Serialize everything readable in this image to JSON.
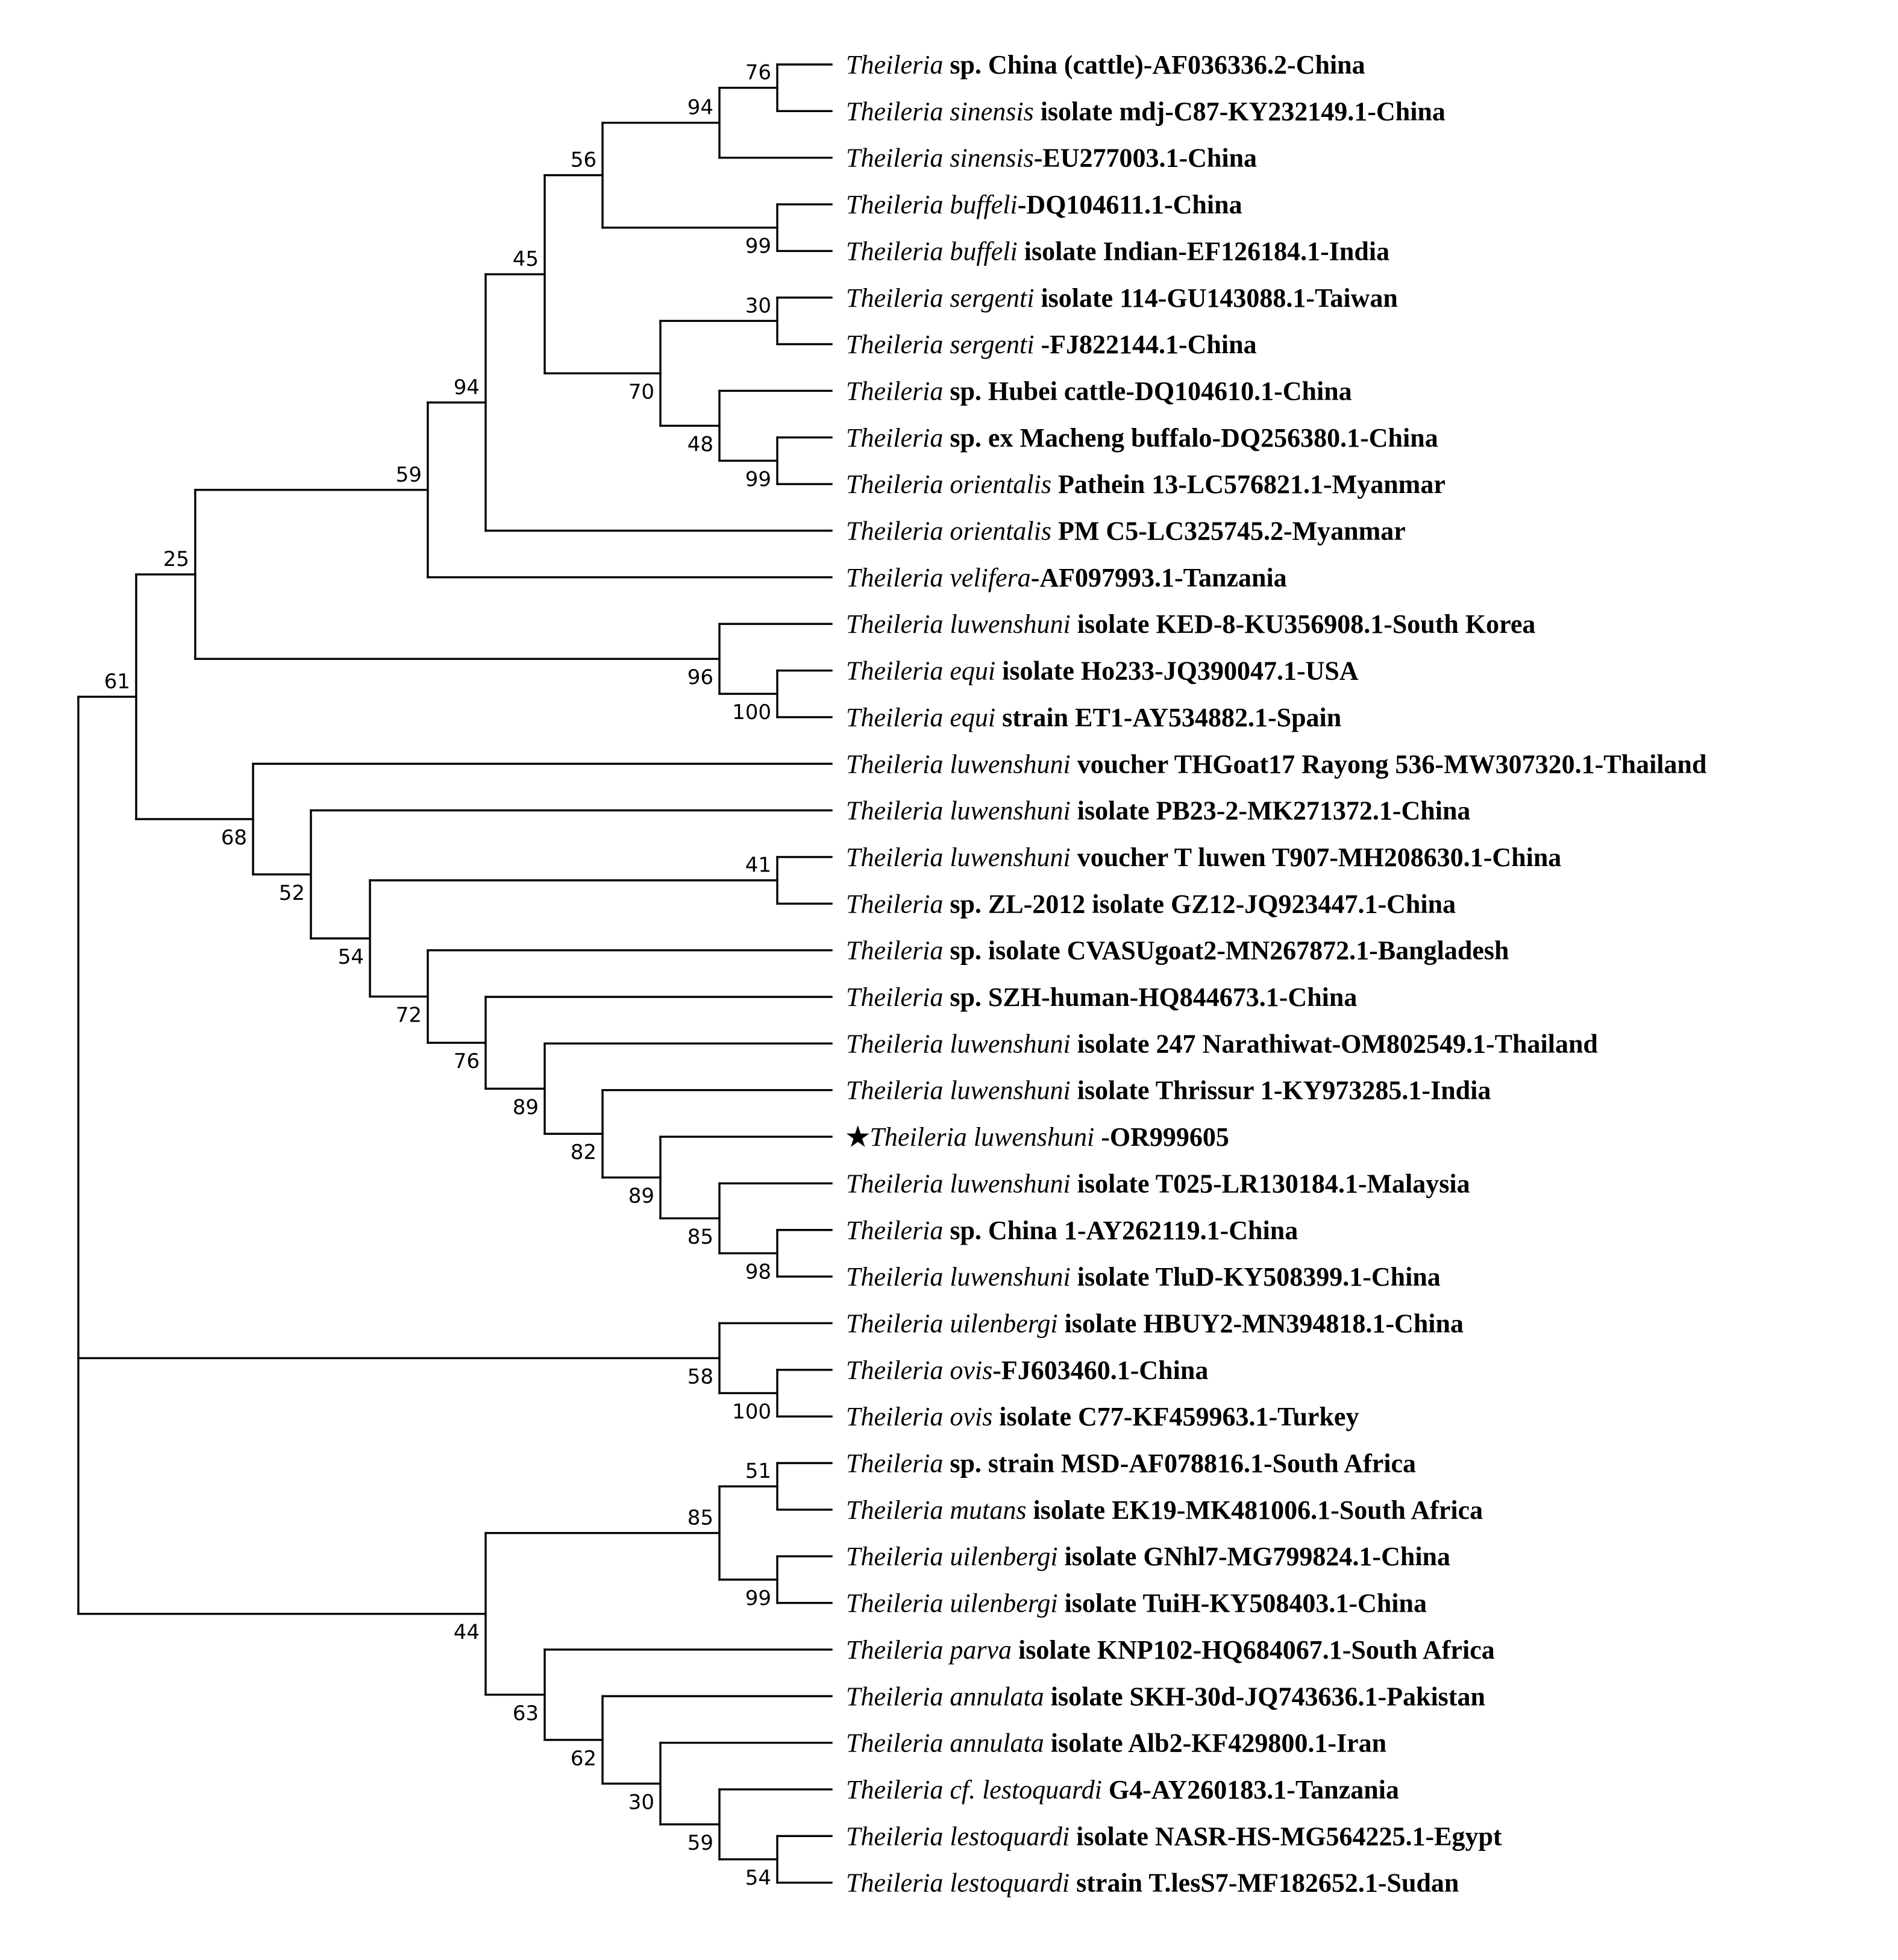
{
  "tree": {
    "id": "root",
    "children": [
      {
        "id": "n61",
        "support": "61",
        "children": [
          {
            "id": "n25",
            "support": "25",
            "children": [
              {
                "id": "n59",
                "support": "59",
                "children": [
                  {
                    "id": "n94a",
                    "support": "94",
                    "children": [
                      {
                        "id": "n45",
                        "support": "45",
                        "children": [
                          {
                            "id": "n56",
                            "support": "56",
                            "children": [
                              {
                                "id": "n94b",
                                "support": "94",
                                "children": [
                                  {
                                    "id": "n76a",
                                    "support": "76",
                                    "children": [
                                      {
                                        "id": "t01",
                                        "genus": "Theileria",
                                        "species": "",
                                        "rest": " sp. China (cattle)-AF036336.2-China"
                                      },
                                      {
                                        "id": "t02",
                                        "genus": "Theileria",
                                        "species": "sinensis",
                                        "rest": " isolate mdj-C87-KY232149.1-China"
                                      }
                                    ]
                                  },
                                  {
                                    "id": "t03",
                                    "genus": "Theileria",
                                    "species": "sinensis",
                                    "rest": "-EU277003.1-China"
                                  }
                                ]
                              },
                              {
                                "id": "n99a",
                                "support": "99",
                                "children": [
                                  {
                                    "id": "t04",
                                    "genus": "Theileria",
                                    "species": "buffeli",
                                    "rest": "-DQ104611.1-China"
                                  },
                                  {
                                    "id": "t05",
                                    "genus": "Theileria",
                                    "species": "buffeli",
                                    "rest": " isolate Indian-EF126184.1-India"
                                  }
                                ]
                              }
                            ]
                          },
                          {
                            "id": "n70",
                            "support": "70",
                            "children": [
                              {
                                "id": "n30a",
                                "support": "30",
                                "children": [
                                  {
                                    "id": "t06",
                                    "genus": "Theileria",
                                    "species": "sergenti",
                                    "rest": " isolate 114-GU143088.1-Taiwan"
                                  },
                                  {
                                    "id": "t07",
                                    "genus": "Theileria",
                                    "species": "sergenti",
                                    "rest": " -FJ822144.1-China"
                                  }
                                ]
                              },
                              {
                                "id": "n48",
                                "support": "48",
                                "children": [
                                  {
                                    "id": "t08",
                                    "genus": "Theileria",
                                    "species": "",
                                    "rest": " sp. Hubei cattle-DQ104610.1-China"
                                  },
                                  {
                                    "id": "n99b",
                                    "support": "99",
                                    "children": [
                                      {
                                        "id": "t09",
                                        "genus": "Theileria",
                                        "species": "",
                                        "rest": " sp. ex Macheng buffalo-DQ256380.1-China"
                                      },
                                      {
                                        "id": "t10",
                                        "genus": "Theileria",
                                        "species": "orientalis",
                                        "rest": " Pathein 13-LC576821.1-Myanmar"
                                      }
                                    ]
                                  }
                                ]
                              }
                            ]
                          }
                        ]
                      },
                      {
                        "id": "t11",
                        "genus": "Theileria",
                        "species": "orientalis",
                        "rest": " PM C5-LC325745.2-Myanmar"
                      }
                    ]
                  },
                  {
                    "id": "t12",
                    "genus": "Theileria",
                    "species": "velifera",
                    "rest": "-AF097993.1-Tanzania"
                  }
                ]
              },
              {
                "id": "n96",
                "support": "96",
                "children": [
                  {
                    "id": "t13",
                    "genus": "Theileria",
                    "species": "luwenshuni",
                    "rest": " isolate KED-8-KU356908.1-South Korea"
                  },
                  {
                    "id": "n100a",
                    "support": "100",
                    "children": [
                      {
                        "id": "t14",
                        "genus": "Theileria",
                        "species": "equi",
                        "rest": " isolate Ho233-JQ390047.1-USA"
                      },
                      {
                        "id": "t15",
                        "genus": "Theileria",
                        "species": "equi",
                        "rest": " strain ET1-AY534882.1-Spain"
                      }
                    ]
                  }
                ]
              }
            ]
          },
          {
            "id": "n68",
            "support": "68",
            "children": [
              {
                "id": "t16",
                "genus": "Theileria",
                "species": "luwenshuni",
                "rest": " voucher THGoat17 Rayong 536-MW307320.1-Thailand"
              },
              {
                "id": "n52",
                "support": "52",
                "children": [
                  {
                    "id": "t17",
                    "genus": "Theileria",
                    "species": "luwenshuni",
                    "rest": " isolate PB23-2-MK271372.1-China"
                  },
                  {
                    "id": "n54",
                    "support": "54",
                    "children": [
                      {
                        "id": "n41",
                        "support": "41",
                        "children": [
                          {
                            "id": "t18",
                            "genus": "Theileria",
                            "species": "luwenshuni",
                            "rest": " voucher T luwen T907-MH208630.1-China"
                          },
                          {
                            "id": "t19",
                            "genus": "Theileria",
                            "species": "",
                            "rest": " sp. ZL-2012 isolate GZ12-JQ923447.1-China"
                          }
                        ]
                      },
                      {
                        "id": "n72",
                        "support": "72",
                        "children": [
                          {
                            "id": "t20",
                            "genus": "Theileria",
                            "species": "",
                            "rest": " sp. isolate CVASUgoat2-MN267872.1-Bangladesh"
                          },
                          {
                            "id": "n76b",
                            "support": "76",
                            "children": [
                              {
                                "id": "t21",
                                "genus": "Theileria",
                                "species": "",
                                "rest": " sp. SZH-human-HQ844673.1-China"
                              },
                              {
                                "id": "n89a",
                                "support": "89",
                                "children": [
                                  {
                                    "id": "t22",
                                    "genus": "Theileria",
                                    "species": "luwenshuni",
                                    "rest": " isolate 247 Narathiwat-OM802549.1-Thailand"
                                  },
                                  {
                                    "id": "n82",
                                    "support": "82",
                                    "children": [
                                      {
                                        "id": "t23",
                                        "genus": "Theileria",
                                        "species": "luwenshuni",
                                        "rest": " isolate Thrissur 1-KY973285.1-India"
                                      },
                                      {
                                        "id": "n89b",
                                        "support": "89",
                                        "children": [
                                          {
                                            "id": "t24",
                                            "star": "★",
                                            "genus": "Theileria",
                                            "species": "luwenshuni",
                                            "rest": " -OR999605"
                                          },
                                          {
                                            "id": "n85a",
                                            "support": "85",
                                            "children": [
                                              {
                                                "id": "t25",
                                                "genus": "Theileria",
                                                "species": "luwenshuni",
                                                "rest": " isolate T025-LR130184.1-Malaysia"
                                              },
                                              {
                                                "id": "n98",
                                                "support": "98",
                                                "children": [
                                                  {
                                                    "id": "t26",
                                                    "genus": "Theileria",
                                                    "species": "",
                                                    "rest": " sp. China 1-AY262119.1-China"
                                                  },
                                                  {
                                                    "id": "t27",
                                                    "genus": "Theileria",
                                                    "species": "luwenshuni",
                                                    "rest": " isolate TluD-KY508399.1-China"
                                                  }
                                                ]
                                              }
                                            ]
                                          }
                                        ]
                                      }
                                    ]
                                  }
                                ]
                              }
                            ]
                          }
                        ]
                      }
                    ]
                  }
                ]
              }
            ]
          }
        ]
      },
      {
        "id": "n58",
        "support": "58",
        "children": [
          {
            "id": "t28",
            "genus": "Theileria",
            "species": "uilenbergi",
            "rest": " isolate HBUY2-MN394818.1-China"
          },
          {
            "id": "n100b",
            "support": "100",
            "children": [
              {
                "id": "t29",
                "genus": "Theileria",
                "species": "ovis",
                "rest": "-FJ603460.1-China"
              },
              {
                "id": "t30",
                "genus": "Theileria",
                "species": "ovis",
                "rest": " isolate C77-KF459963.1-Turkey"
              }
            ]
          }
        ]
      },
      {
        "id": "n44",
        "support": "44",
        "children": [
          {
            "id": "n85b",
            "support": "85",
            "children": [
              {
                "id": "n51",
                "support": "51",
                "children": [
                  {
                    "id": "t31",
                    "genus": "Theileria",
                    "species": "",
                    "rest": " sp. strain MSD-AF078816.1-South Africa"
                  },
                  {
                    "id": "t32",
                    "genus": "Theileria",
                    "species": "mutans",
                    "rest": " isolate EK19-MK481006.1-South Africa"
                  }
                ]
              },
              {
                "id": "n99c",
                "support": "99",
                "children": [
                  {
                    "id": "t33",
                    "genus": "Theileria",
                    "species": "uilenbergi",
                    "rest": " isolate GNhl7-MG799824.1-China"
                  },
                  {
                    "id": "t34",
                    "genus": "Theileria",
                    "species": "uilenbergi",
                    "rest": " isolate TuiH-KY508403.1-China"
                  }
                ]
              }
            ]
          },
          {
            "id": "n63",
            "support": "63",
            "children": [
              {
                "id": "t35",
                "genus": "Theileria",
                "species": "parva",
                "rest": " isolate KNP102-HQ684067.1-South Africa"
              },
              {
                "id": "n62",
                "support": "62",
                "children": [
                  {
                    "id": "t36",
                    "genus": "Theileria",
                    "species": "annulata",
                    "rest": " isolate SKH-30d-JQ743636.1-Pakistan"
                  },
                  {
                    "id": "n30b",
                    "support": "30",
                    "children": [
                      {
                        "id": "t37",
                        "genus": "Theileria",
                        "species": "annulata",
                        "rest": " isolate Alb2-KF429800.1-Iran"
                      },
                      {
                        "id": "n59b",
                        "support": "59",
                        "children": [
                          {
                            "id": "t38",
                            "genus": "Theileria",
                            "species": "cf. lestoquardi",
                            "rest": " G4-AY260183.1-Tanzania"
                          },
                          {
                            "id": "n54b",
                            "support": "54",
                            "children": [
                              {
                                "id": "t39",
                                "genus": "Theileria",
                                "species": "lestoquardi",
                                "rest": " isolate NASR-HS-MG564225.1-Egypt"
                              },
                              {
                                "id": "t40",
                                "genus": "Theileria",
                                "species": "lestoquardi",
                                "rest": " strain T.lesS7-MF182652.1-Sudan"
                              }
                            ]
                          }
                        ]
                      }
                    ]
                  }
                ]
              }
            ]
          }
        ]
      }
    ]
  }
}
